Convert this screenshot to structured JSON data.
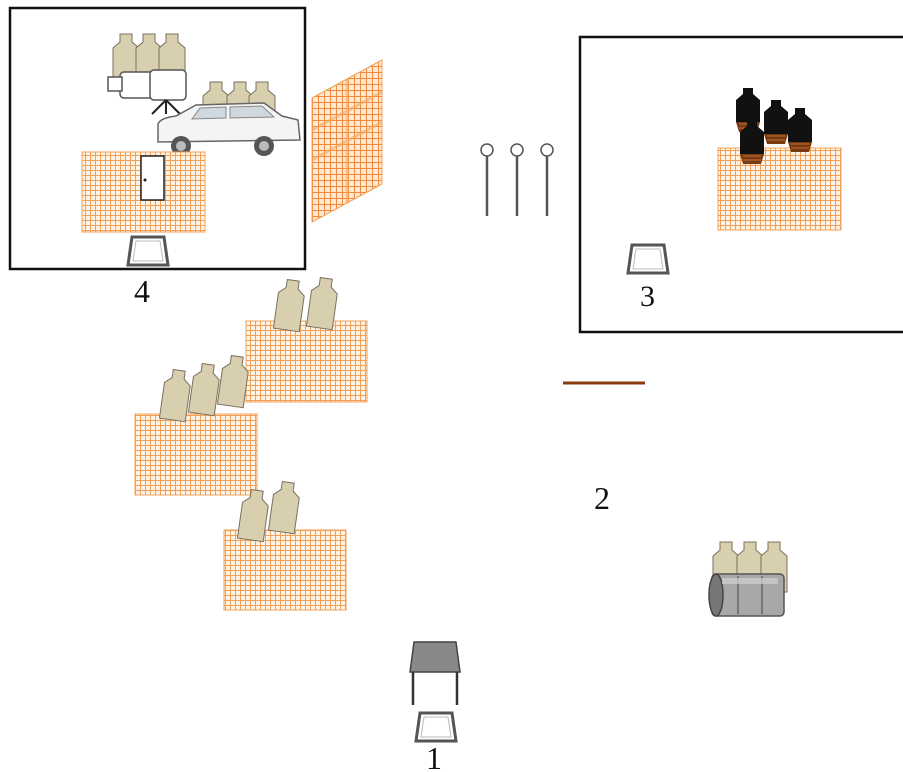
{
  "stations": {
    "s1": {
      "label": "1"
    },
    "s2": {
      "label": "2"
    },
    "s3": {
      "label": "3"
    },
    "s4": {
      "label": "4"
    }
  },
  "colors": {
    "mesh": "#f4a050",
    "mesh_bg": "#fff4e8",
    "target": "#d8cfae",
    "target_stroke": "#7a7060",
    "dark_target": "#111111",
    "dark_target_base": "#7a3a10",
    "frame": "#111111",
    "bar": "#8b3a10"
  },
  "icons": {
    "car": "car-icon",
    "video_camera": "video-camera-icon",
    "barrel": "barrel-icon",
    "table": "table-icon",
    "shooting_box": "shooting-box-icon",
    "pin_stand": "pin-stand-icon",
    "door": "door-icon",
    "target": "silhouette-target-icon"
  }
}
